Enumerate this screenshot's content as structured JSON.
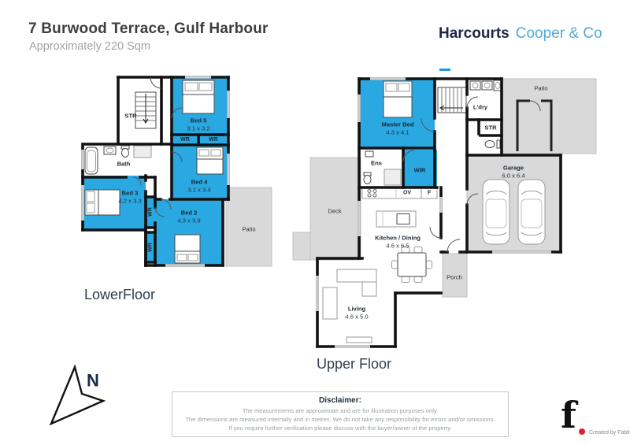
{
  "header": {
    "title": "7 Burwood Terrace, Gulf Harbour",
    "subtitle": "Approximately 220 Sqm",
    "brand_primary": "Harcourts",
    "brand_secondary": "Cooper & Co"
  },
  "lower": {
    "title": "LowerFloor",
    "str": "STR",
    "bed5_name": "Bed 5",
    "bed5_dims": "3.1 x 3.2",
    "wr_a": "WR",
    "wr_b": "WR",
    "wr_c": "WR",
    "wr_d": "WR",
    "bath": "Bath",
    "bed4_name": "Bed 4",
    "bed4_dims": "3.1 x 3.4",
    "bed3_name": "Bed 3",
    "bed3_dims": "4.2 x 3.3",
    "bed2_name": "Bed 2",
    "bed2_dims": "4.3 x 3.9",
    "patio": "Patio"
  },
  "upper": {
    "title": "Upper Floor",
    "master_name": "Master Bed",
    "master_dims": "4.3 x 4.1",
    "ldry": "L'dry",
    "str": "STR",
    "patio": "Patio",
    "ens": "Ens",
    "wir": "WIR",
    "garage_name": "Garage",
    "garage_dims": "6.0 x 6.4",
    "deck": "Deck",
    "kitchen_name": "Kitchen / Dining",
    "kitchen_dims": "4.6 x 6.5",
    "oven": "OV",
    "fridge": "F",
    "porch": "Porch",
    "living_name": "Living",
    "living_dims": "4.6 x 5.0"
  },
  "compass": {
    "north": "N"
  },
  "disclaimer": {
    "title": "Disclaimer:",
    "line1": "The measurements are approximate and are for illustration purposes only.",
    "line2": "The dimensions are measured internally and in metres. We do not take any responsibility for errors and/or omissions.",
    "line3": "If you require further verification please discuss with the buyer/owner of the property."
  },
  "credit": {
    "glyph": "f",
    "label": "Created by Fabit"
  },
  "colors": {
    "room_blue": "#29a8e1",
    "outdoor_gray": "#d9d9d9",
    "wall_black": "#121212",
    "brand_navy": "#1c2742",
    "brand_blue": "#54a9d5",
    "accent_red": "#e02027"
  }
}
